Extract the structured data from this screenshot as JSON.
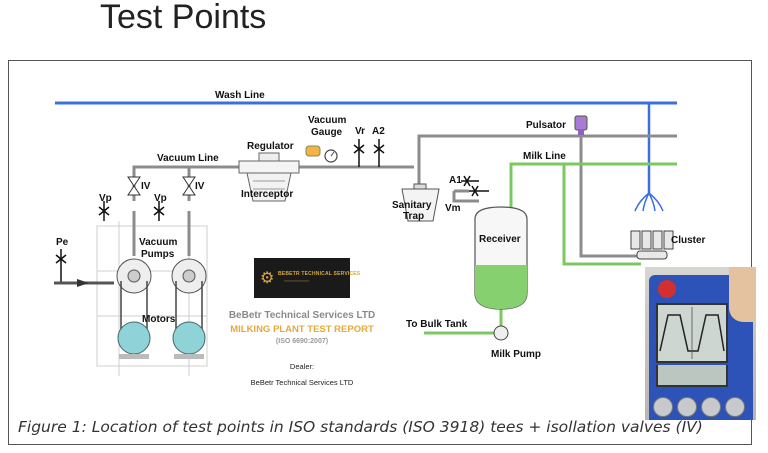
{
  "slide": {
    "title": "Test Points"
  },
  "labels": {
    "wash_line": "Wash Line",
    "vacuum_gauge_1": "Vacuum",
    "vacuum_gauge_2": "Gauge",
    "regulator": "Regulator",
    "vr": "Vr",
    "a2": "A2",
    "pulsator": "Pulsator",
    "vacuum_line": "Vacuum Line",
    "milk_line": "Milk Line",
    "iv_left": "IV",
    "iv_right": "IV",
    "vp_left": "Vp",
    "vp_right": "Vp",
    "interceptor": "Interceptor",
    "a1": "A1",
    "vm": "Vm",
    "sanitary_1": "Sanitary",
    "sanitary_2": "Trap",
    "receiver": "Receiver",
    "cluster": "Cluster",
    "pe": "Pe",
    "vacuum_pumps_1": "Vacuum",
    "vacuum_pumps_2": "Pumps",
    "motors": "Motors",
    "to_bulk_tank": "To Bulk Tank",
    "milk_pump": "Milk Pump"
  },
  "caption": "Figure 1: Location of test points in ISO standards (ISO 3918) tees + isollation valves (IV)",
  "report_card": {
    "company": "BeBetr Technical Services LTD",
    "report_title": "MILKING PLANT TEST REPORT",
    "iso": "(ISO 6690:2007)",
    "dealer_label": "Dealer:",
    "dealer_name": "BeBetr Technical Services LTD"
  },
  "colors": {
    "wash_line": "#3b6fe0",
    "milk_line": "#7cc860",
    "vacuum_line": "#8c8c8c",
    "receiver_milk": "#86d070",
    "motors": "#8fd3d8",
    "pulsator": "#a77bd6",
    "report_gold": "#e5a93c"
  }
}
